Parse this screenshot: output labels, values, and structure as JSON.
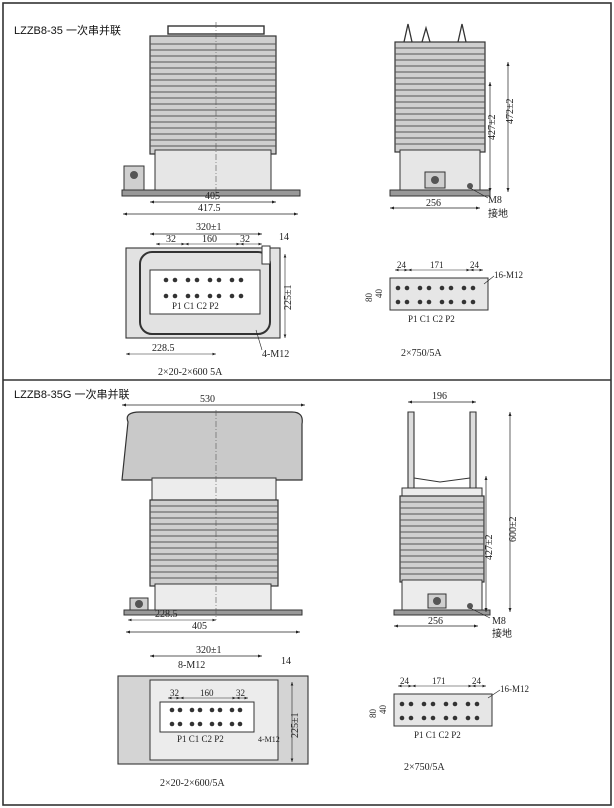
{
  "panel_a": {
    "title": "LZZB8-35 一次串并联",
    "front": {
      "dim_w1": "405",
      "dim_w2": "417.5"
    },
    "side": {
      "dim_h1": "427±2",
      "dim_h2": "472±2",
      "dim_w": "256",
      "bolt": "M8",
      "ground": "接地"
    },
    "top": {
      "dim_320": "320±1",
      "dim_32a": "32",
      "dim_160": "160",
      "dim_32b": "32",
      "dim_14": "14",
      "dim_225": "225±1",
      "dim_228": "228.5",
      "bolt": "4-M12",
      "terminals": "P1 C1 C2  P2",
      "rating": "2×20-2×600 5A"
    },
    "secondary": {
      "dim_24a": "24",
      "dim_171": "171",
      "dim_24b": "24",
      "dim_80": "80",
      "dim_40": "40",
      "bolt": "16-M12",
      "terminals": "P1 C1 C2  P2",
      "rating": "2×750/5A"
    }
  },
  "panel_b": {
    "title": "LZZB8-35G 一次串并联",
    "front": {
      "dim_530": "530",
      "dim_228": "228.5",
      "dim_405": "405"
    },
    "side": {
      "dim_196": "196",
      "dim_h1": "427±2",
      "dim_h2": "600±2",
      "dim_w": "256",
      "bolt": "M8",
      "ground": "接地"
    },
    "top": {
      "dim_320": "320±1",
      "bolt_top": "8-M12",
      "dim_14": "14",
      "dim_32a": "32",
      "dim_160": "160",
      "dim_32b": "32",
      "dim_225": "225±1",
      "bolt_side": "4-M12",
      "terminals": "P1 C1 C2  P2",
      "rating": "2×20-2×600/5A"
    },
    "secondary": {
      "dim_24a": "24",
      "dim_171": "171",
      "dim_24b": "24",
      "dim_80": "80",
      "dim_40": "40",
      "bolt": "16-M12",
      "terminals": "P1 C1 C2  P2",
      "rating": "2×750/5A"
    }
  }
}
